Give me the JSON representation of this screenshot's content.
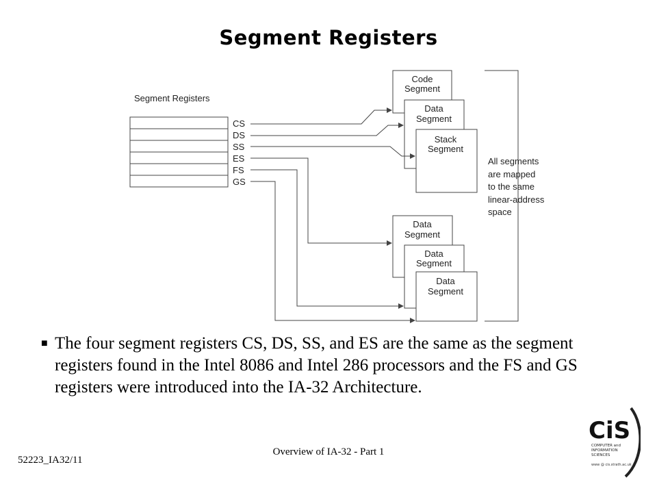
{
  "slide": {
    "title": "Segment Registers",
    "bullet": "The four segment registers CS, DS, SS, and ES are the same as the segment registers found in the Intel 8086 and Intel 286 processors and the FS and GS registers were introduced into the IA-32 Architecture.",
    "footer_left": "52223_IA32/11",
    "footer_center": "Overview of IA-32 - Part 1"
  },
  "diagram": {
    "registers_heading": "Segment Registers",
    "registers": [
      "CS",
      "DS",
      "SS",
      "ES",
      "FS",
      "GS"
    ],
    "top_group": [
      {
        "line1": "Code",
        "line2": "Segment"
      },
      {
        "line1": "Data",
        "line2": "Segment"
      },
      {
        "line1": "Stack",
        "line2": "Segment"
      }
    ],
    "bottom_group": [
      {
        "line1": "Data",
        "line2": "Segment"
      },
      {
        "line1": "Data",
        "line2": "Segment"
      },
      {
        "line1": "Data",
        "line2": "Segment"
      }
    ],
    "note": [
      "All segments",
      "are mapped",
      "to the same",
      "linear-address",
      "space"
    ]
  },
  "logo": {
    "name": "CiS",
    "line1": "COMPUTER and",
    "line2": "INFORMATION",
    "line3": "SCIENCES",
    "url": "www @ cis.strath.ac.uk"
  }
}
